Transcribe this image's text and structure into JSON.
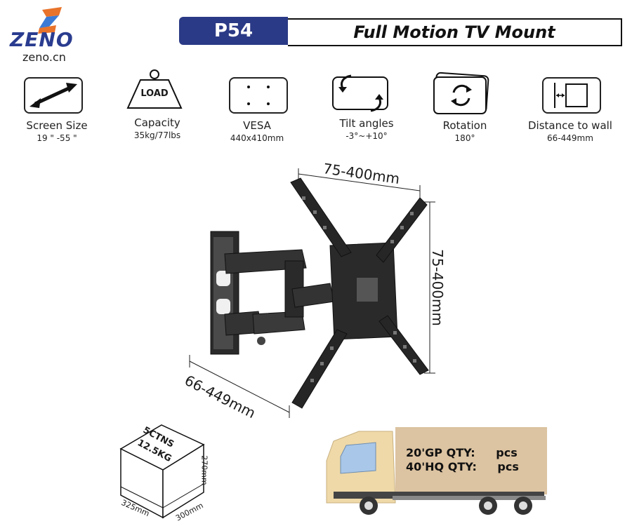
{
  "brand": {
    "name": "ZENO",
    "url": "zeno.cn"
  },
  "header": {
    "model": "P54",
    "title": "Full Motion TV Mount"
  },
  "features": [
    {
      "id": "screen-size",
      "label": "Screen Size",
      "value": "19 \" -55 \""
    },
    {
      "id": "capacity",
      "label": "Capacity",
      "value": "35kg/77lbs",
      "icon_text": "LOAD"
    },
    {
      "id": "vesa",
      "label": "VESA",
      "value": "440x410mm"
    },
    {
      "id": "tilt",
      "label": "Tilt angles",
      "value": "-3°~+10°"
    },
    {
      "id": "rotation",
      "label": "Rotation",
      "value": "180°"
    },
    {
      "id": "distance",
      "label": "Distance to wall",
      "value": "66-449mm"
    }
  ],
  "diagram": {
    "top_dim": "75-400mm",
    "right_dim": "75-400mm",
    "depth_dim": "66-449mm"
  },
  "carton": {
    "count": "5CTNS",
    "weight": "12.5KG",
    "length": "325mm",
    "width": "300mm",
    "height": "270mm"
  },
  "shipping": {
    "gp20_label": "20'GP QTY:",
    "gp20_unit": "pcs",
    "hq40_label": "40'HQ QTY:",
    "hq40_unit": "pcs"
  },
  "colors": {
    "navy": "#2b3a86",
    "mount": "#2a2a2a",
    "truck": "#efd9a8",
    "cargo": "#dcc3a1"
  }
}
